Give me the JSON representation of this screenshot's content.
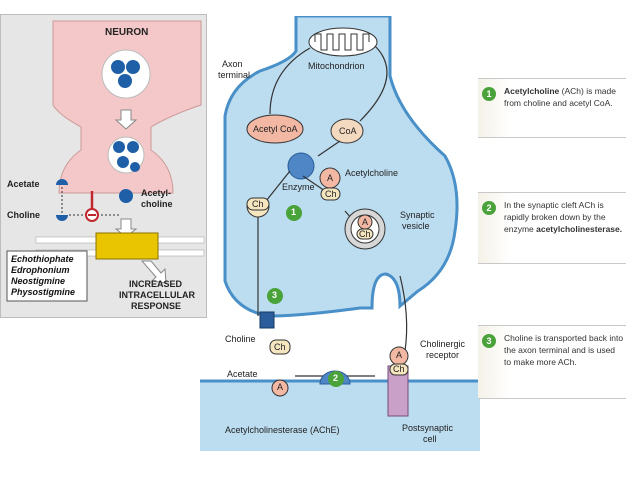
{
  "left_panel": {
    "neuron_label": "NEURON",
    "acetate_label": "Acetate",
    "choline_label": "Choline",
    "acetylcholine_label_line1": "Acetyl-",
    "acetylcholine_label_line2": "choline",
    "inhibitors": [
      "Echothiophate",
      "Edrophonium",
      "Neostigmine",
      "Physostigmine"
    ],
    "response_line1": "INCREASED",
    "response_line2": "INTRACELLULAR",
    "response_line3": "RESPONSE"
  },
  "synapse": {
    "axon_terminal_line1": "Axon",
    "axon_terminal_line2": "terminal",
    "mitochondrion": "Mitochondrion",
    "acetyl_coa": "Acetyl CoA",
    "coa": "CoA",
    "enzyme": "Enzyme",
    "acetylcholine": "Acetylcholine",
    "synaptic_vesicle_line1": "Synaptic",
    "synaptic_vesicle_line2": "vesicle",
    "choline": "Choline",
    "acetate": "Acetate",
    "cholinergic_receptor_line1": "Cholinergic",
    "cholinergic_receptor_line2": "receptor",
    "ache": "Acetylcholinesterase (AChE)",
    "postsynaptic_line1": "Postsynaptic",
    "postsynaptic_line2": "cell",
    "a_mark": "A",
    "ch_mark": "Ch",
    "step1": "1",
    "step2": "2",
    "step3": "3"
  },
  "steps": [
    {
      "num": "1",
      "bold": "Acetylcholine",
      "rest": " (ACh) is made from choline and acetyl CoA."
    },
    {
      "num": "2",
      "pre": "In the synaptic cleft ACh is rapidly broken down by the enzyme ",
      "bold": "acetylcholinesterase."
    },
    {
      "num": "3",
      "rest": "Choline is transported back into the axon terminal and is used to make more ACh."
    }
  ],
  "colors": {
    "neuron_pink": "#f4c8c8",
    "vesicle_blue": "#1f5fa8",
    "membrane_yellow": "#e9c400",
    "cell_blue": "#bcdcf0",
    "enzyme_blue": "#4f86c6",
    "step_green": "#4aa23a"
  }
}
